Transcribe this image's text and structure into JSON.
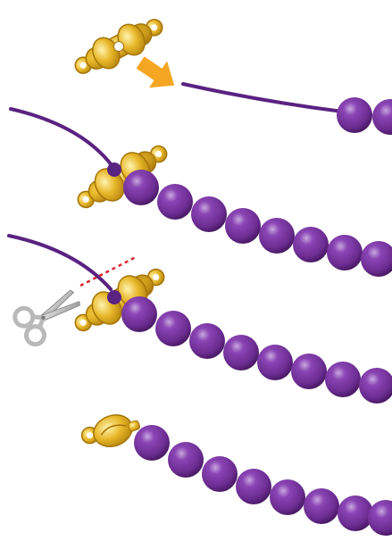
{
  "colors": {
    "background": "#ffffff",
    "bead": "#6b2c91",
    "bead_shade": "#4a1a66",
    "bead_highlight": "#c9a6df",
    "cord": "#5a2281",
    "gold": "#e8b82a",
    "gold_shade": "#b58410",
    "gold_light": "#fff0a6",
    "arrow": "#f5a623",
    "cut_line": "#d9262f",
    "scissors": "#b9b9b9"
  },
  "steps": [
    {
      "id": "insert-cord",
      "icons": [
        "bead-tip-icon",
        "arrow-icon",
        "bead-strand-icon"
      ]
    },
    {
      "id": "knot-cord",
      "icons": [
        "bead-tip-icon",
        "knot-icon",
        "bead-strand-icon"
      ]
    },
    {
      "id": "trim-cord",
      "icons": [
        "bead-tip-icon",
        "scissors-icon",
        "cut-line-icon",
        "bead-strand-icon"
      ]
    },
    {
      "id": "close-tip",
      "icons": [
        "closed-bead-tip-icon",
        "bead-strand-icon"
      ]
    }
  ]
}
